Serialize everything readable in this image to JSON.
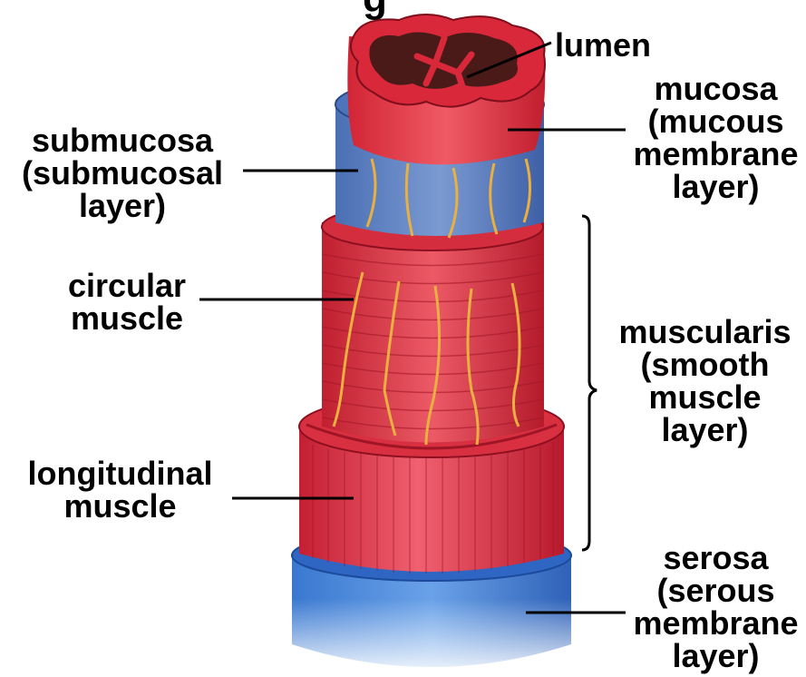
{
  "title_fragment": "g",
  "labels": {
    "lumen": [
      "lumen"
    ],
    "mucosa": [
      "mucosa",
      "(mucous",
      "membrane",
      "layer)"
    ],
    "submucosa": [
      "submucosa",
      "(submucosal",
      "layer)"
    ],
    "circular": [
      "circular",
      "muscle"
    ],
    "muscularis": [
      "muscularis",
      "(smooth",
      "muscle",
      "layer)"
    ],
    "longitudinal": [
      "longitudinal",
      "muscle"
    ],
    "serosa": [
      "serosa",
      "(serous",
      "membrane",
      "layer)"
    ]
  },
  "colors": {
    "mucosa": "#d8283a",
    "submucosa": "#5a7fc0",
    "muscle": "#e0384a",
    "serosa": "#3e7fd4",
    "vessel": "#e8b040",
    "lumen": "#4a1a18"
  }
}
